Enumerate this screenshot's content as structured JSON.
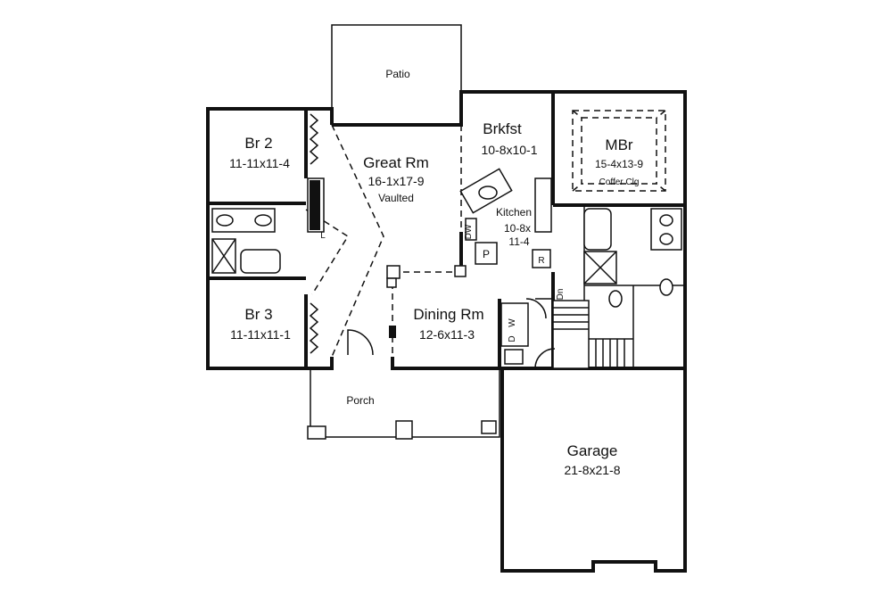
{
  "rooms": {
    "patio": {
      "name": "Patio"
    },
    "brkfst": {
      "name": "Brkfst",
      "size": "10-8x10-1"
    },
    "mbr": {
      "name": "MBr",
      "size": "15-4x13-9",
      "note": "Coffer Clg"
    },
    "br2": {
      "name": "Br 2",
      "size": "11-11x11-4"
    },
    "great": {
      "name": "Great Rm",
      "size": "16-1x17-9",
      "note": "Vaulted"
    },
    "kitchen": {
      "name": "Kitchen",
      "size1": "10-8x",
      "size2": "11-4"
    },
    "br3": {
      "name": "Br 3",
      "size": "11-11x11-1"
    },
    "dining": {
      "name": "Dining Rm",
      "size": "12-6x11-3"
    },
    "porch": {
      "name": "Porch"
    },
    "garage": {
      "name": "Garage",
      "size": "21-8x21-8"
    }
  },
  "fixtures": {
    "dw": "DW",
    "pantry": "P",
    "fridge": "R",
    "linen": "L",
    "washer": "W",
    "dryer": "D",
    "stairs_down": "Dn"
  }
}
